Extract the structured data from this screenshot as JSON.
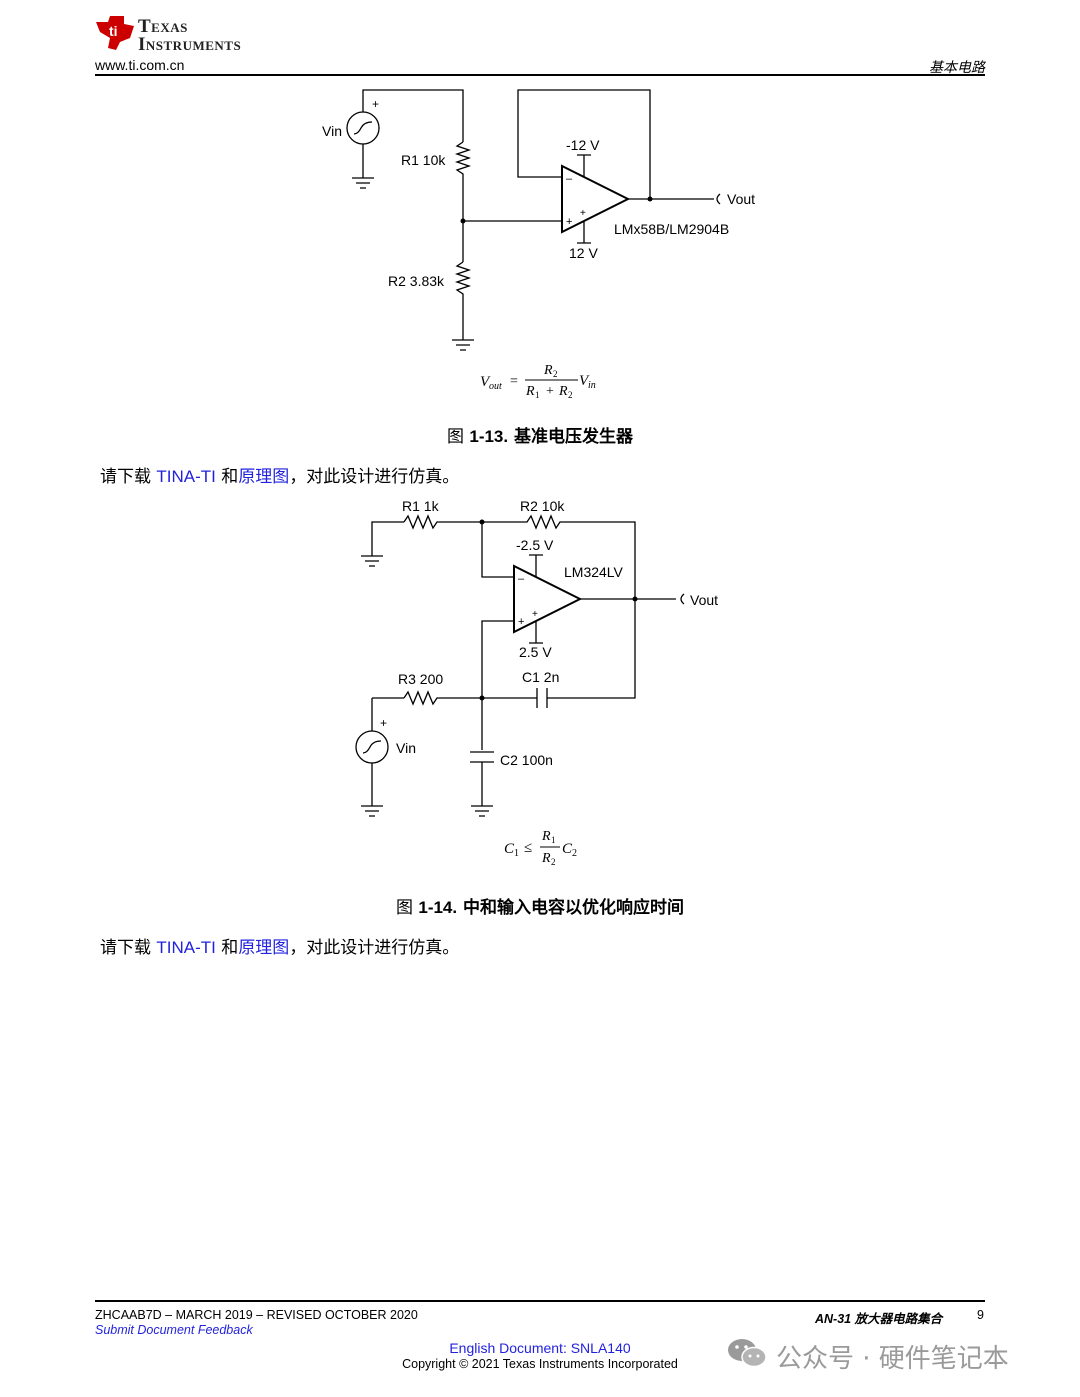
{
  "header": {
    "brand_line1": "Texas",
    "brand_line2": "Instruments",
    "website": "www.ti.com.cn",
    "section": "基本电路"
  },
  "figure13": {
    "labels": {
      "vin": "Vin",
      "plus": "+",
      "r1": "R1 10k",
      "r2": "R2 3.83k",
      "neg_supply": "-12 V",
      "pos_supply": "12 V",
      "vout": "Vout",
      "opamp": "LMx58B/LM2904B",
      "opamp_minus": "–",
      "opamp_plus": "+"
    },
    "equation": {
      "lhs": "V",
      "lhs_sub": "out",
      "eq": "=",
      "num": "R",
      "num_sub": "2",
      "den_a": "R",
      "den_a_sub": "1",
      "den_plus": "+",
      "den_b": "R",
      "den_b_sub": "2",
      "rhs": "V",
      "rhs_sub": "in"
    },
    "caption_prefix": "图 ",
    "caption_num": "1-13.",
    "caption_text": " 基准电压发生器"
  },
  "para1": {
    "before": "请下载 ",
    "link1": "TINA-TI",
    "mid": " 和",
    "link2": "原理图",
    "after": "，对此设计进行仿真。"
  },
  "figure14": {
    "labels": {
      "r1": "R1 1k",
      "r2": "R2 10k",
      "neg_supply": "-2.5 V",
      "opamp": "LM324LV",
      "vout": "Vout",
      "pos_supply": "2.5 V",
      "r3": "R3 200",
      "c1": "C1 2n",
      "vin": "Vin",
      "plus": "+",
      "c2": "C2 100n",
      "opamp_minus": "–",
      "opamp_plus": "+"
    },
    "equation": {
      "lhs": "C",
      "lhs_sub": "1",
      "rel": "≤",
      "num": "R",
      "num_sub": "1",
      "den": "R",
      "den_sub": "2",
      "rhs": "C",
      "rhs_sub": "2"
    },
    "caption_prefix": "图 ",
    "caption_num": "1-14.",
    "caption_text": " 中和输入电容以优化响应时间"
  },
  "para2": {
    "before": "请下载 ",
    "link1": "TINA-TI",
    "mid": " 和",
    "link2": "原理图",
    "after": "，对此设计进行仿真。"
  },
  "footer": {
    "doc_id": "ZHCAAB7D – MARCH 2019 – REVISED OCTOBER 2020",
    "feedback": "Submit Document Feedback",
    "doc_title": "AN-31 放大器电路集合",
    "page": "9",
    "english_doc": "English Document: SNLA140",
    "copyright": "Copyright © 2021 Texas Instruments Incorporated"
  },
  "watermark": {
    "text": "公众号 · 硬件笔记本"
  },
  "colors": {
    "ti_red": "#cc0000",
    "link_blue": "#2222dd"
  }
}
